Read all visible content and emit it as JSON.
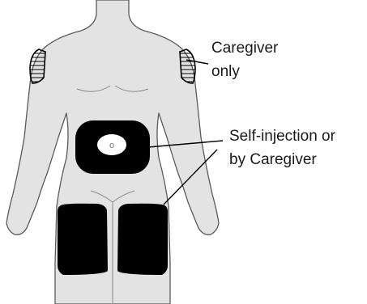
{
  "labels": {
    "caregiver_line1": "Caregiver",
    "caregiver_line2": "only",
    "self_line1": "Self-injection or",
    "self_line2": "by Caregiver"
  },
  "navel_mark": "o",
  "colors": {
    "body_fill": "#e3e3e3",
    "outline": "#5a5a5a",
    "zone_fill": "#000000",
    "leader_line": "#000000"
  },
  "icons": [
    "human-body-front-icon"
  ]
}
